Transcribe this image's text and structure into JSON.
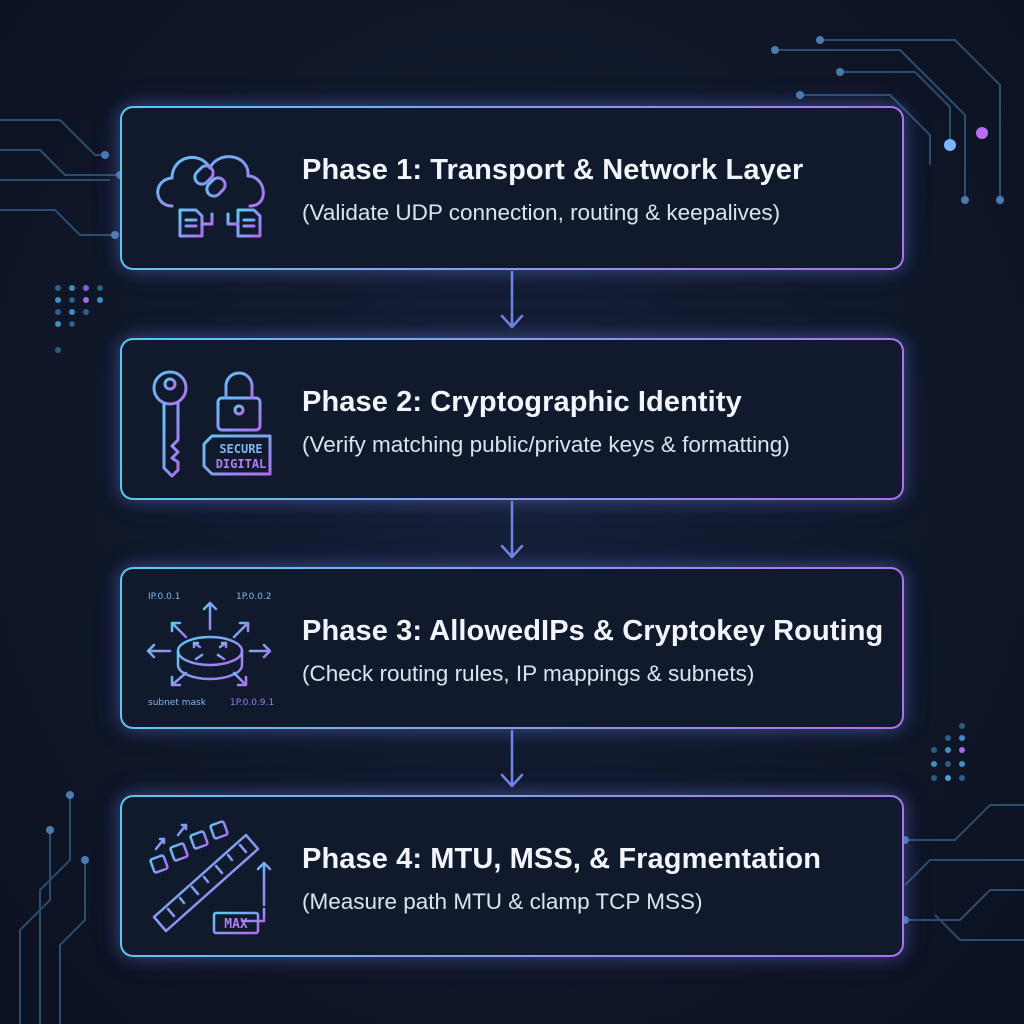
{
  "phases": [
    {
      "title": "Phase 1: Transport & Network Layer",
      "subtitle": "(Validate UDP connection, routing & keepalives)",
      "icon": "cloud-link-icon"
    },
    {
      "title": "Phase 2: Cryptographic Identity",
      "subtitle": "(Verify matching public/private keys & formatting)",
      "icon": "key-lock-icon",
      "icon_labels": [
        "SECURE",
        "DIGITAL"
      ]
    },
    {
      "title": "Phase 3: AllowedIPs & Cryptokey Routing",
      "subtitle": "(Check routing rules, IP mappings & subnets)",
      "icon": "router-icon",
      "icon_labels": [
        "IP.0.0.1",
        "1P.0.0.2",
        "subnet mask",
        "1P.0.0.9.1"
      ]
    },
    {
      "title": "Phase 4: MTU, MSS, & Fragmentation",
      "subtitle": "(Measure path MTU & clamp TCP MSS)",
      "icon": "ruler-packets-icon",
      "icon_labels": [
        "MAX"
      ]
    }
  ],
  "colors": {
    "cyan": "#5cc8f2",
    "violet": "#b06ef0",
    "text": "#f2f5fb",
    "background": "#0f1729"
  }
}
